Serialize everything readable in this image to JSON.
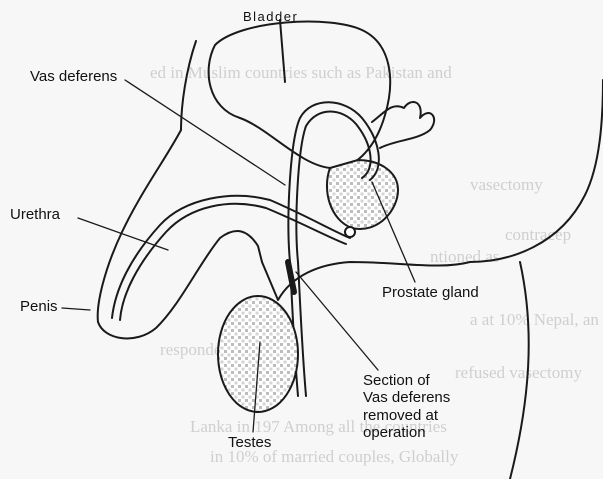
{
  "labels": {
    "bladder": "Bladder",
    "vas_deferens": "Vas deferens",
    "urethra": "Urethra",
    "penis": "Penis",
    "prostate": "Prostate gland",
    "section_line1": "Section of",
    "section_line2": "Vas deferens",
    "section_line3": "removed at",
    "section_line4": "operation",
    "testes": "Testes"
  },
  "background_text": [
    "ed in Muslim countries such as Pakistan and",
    "vasectomy",
    "contracep",
    "ntioned as",
    "a at 10% Nepal, an",
    "respondents",
    "refused vasectomy",
    "Lanka in 197 Among all the countries",
    "in 10% of married couples, Globally"
  ],
  "colors": {
    "ink": "#1a1a1a",
    "faded_text": "#c9c9c9",
    "paper": "#f7f7f7",
    "stipple": "#b5b5b5"
  }
}
